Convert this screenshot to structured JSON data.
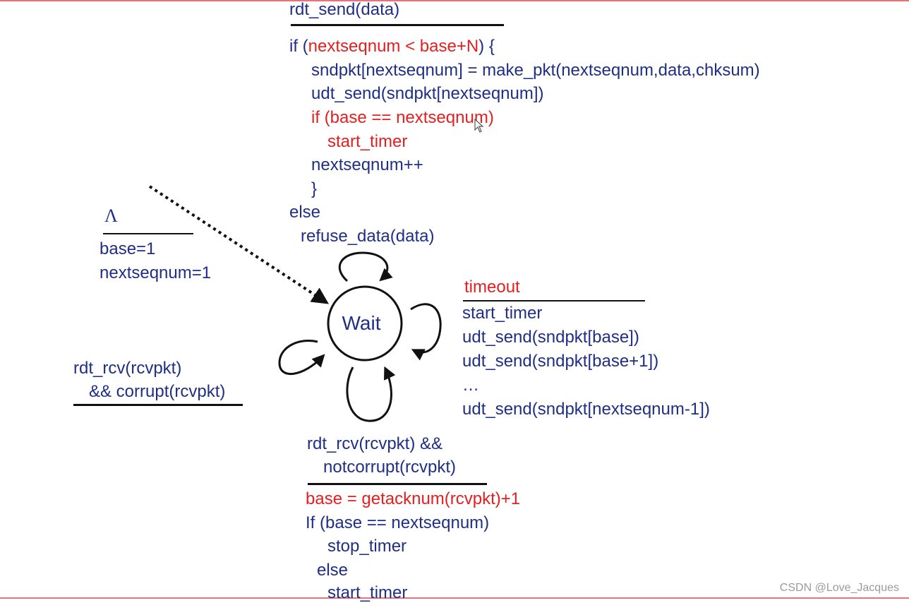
{
  "send_transition": {
    "event": "rdt_send(data)",
    "code": [
      {
        "prefix": "if (",
        "highlight": "nextseqnum < base+N",
        "suffix": ") {"
      },
      {
        "text": "sndpkt[nextseqnum] = make_pkt(nextseqnum,data,chksum)"
      },
      {
        "text": "udt_send(sndpkt[nextseqnum])"
      },
      {
        "text": "if (base == nextseqnum)"
      },
      {
        "text": "start_timer"
      },
      {
        "text": "nextseqnum++"
      },
      {
        "text": "}"
      },
      {
        "text": "else"
      },
      {
        "text": "refuse_data(data)"
      }
    ]
  },
  "init_transition": {
    "event": "Λ",
    "actions": [
      "base=1",
      "nextseqnum=1"
    ]
  },
  "state": {
    "label": "Wait"
  },
  "timeout_transition": {
    "event": "timeout",
    "actions": [
      "start_timer",
      "udt_send(sndpkt[base])",
      "udt_send(sndpkt[base+1])",
      "…",
      "udt_send(sndpkt[nextseqnum-1])"
    ]
  },
  "corrupt_transition": {
    "event_lines": [
      "rdt_rcv(rcvpkt)",
      "&& corrupt(rcvpkt)"
    ]
  },
  "ack_transition": {
    "event_lines": [
      "rdt_rcv(rcvpkt) &&",
      "notcorrupt(rcvpkt)"
    ],
    "actions": [
      "base = getacknum(rcvpkt)+1",
      "If (base == nextseqnum)",
      "stop_timer",
      "else",
      "start_timer"
    ]
  },
  "watermark": "CSDN @Love_Jacques",
  "colors": {
    "text": "#1f2f86",
    "highlight": "#e51f1f",
    "frame": "#e8737a"
  }
}
